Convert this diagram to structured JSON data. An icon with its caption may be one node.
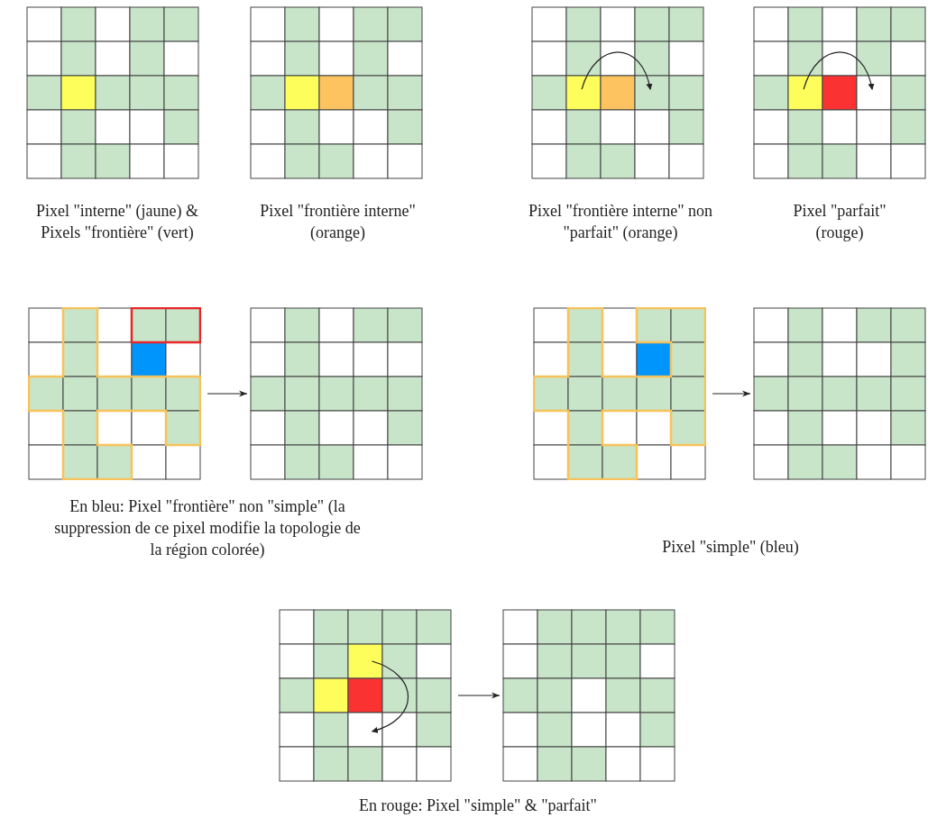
{
  "diagram": {
    "nodes": [
      {
        "text": [],
        "shape": "grid"
      },
      {
        "text": [],
        "shape": "grid"
      },
      {
        "text": [],
        "shape": "grid"
      },
      {
        "text": [],
        "shape": "grid"
      },
      {
        "text": [],
        "shape": "grid"
      },
      {
        "text": [],
        "shape": "grid"
      }
    ],
    "edges": [
      {
        "from": 0,
        "to": 1,
        "arrow": "to"
      },
      {
        "from": 2,
        "to": 3,
        "arrow": "to"
      },
      {
        "from": 4,
        "to": 5,
        "arrow": "to"
      }
    ],
    "labels": [
      "Pixel \"interne\" (jaune) & Pixels \"frontière\" (vert)",
      "Pixel \"frontière interne\" (orange)",
      "Pixel \"frontière interne\" non \"parfait\" (orange)",
      "Pixel \"parfait\" (rouge)",
      "En bleu: Pixel \"frontière\" non \"simple\" (la suppression de ce pixel modifie la topologie de la région colorée)",
      "Pixel \"simple\" (bleu)",
      "En rouge: Pixel \"simple\" & \"parfait\""
    ]
  }
}
